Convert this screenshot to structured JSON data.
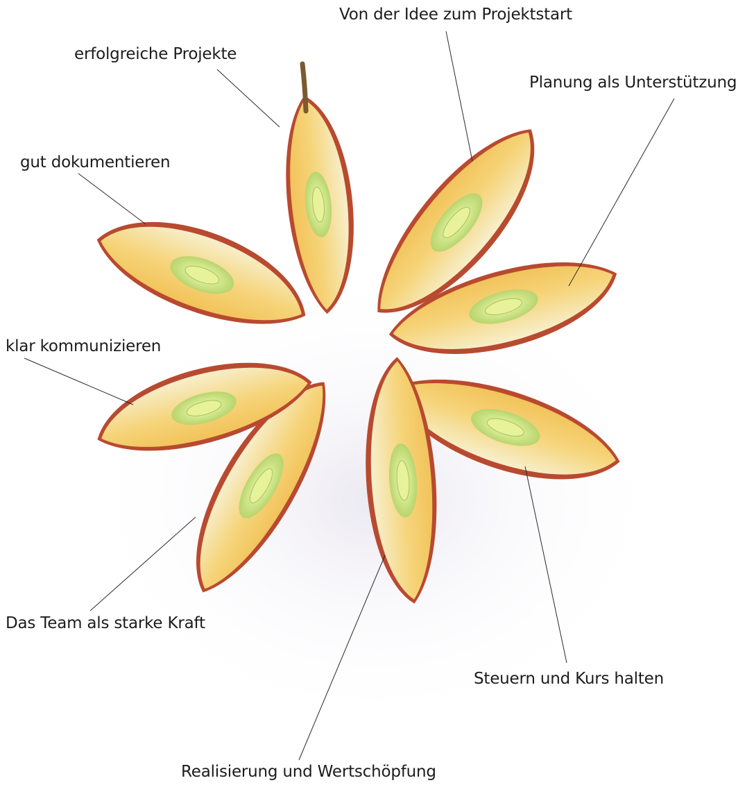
{
  "labels": {
    "idee": "Von der Idee zum Projektstart",
    "erfolg": "erfolgreiche Projekte",
    "planung": "Planung als Unterstützung",
    "doku": "gut dokumentieren",
    "kommunikation": "klar kommunizieren",
    "team": "Das Team als starke Kraft",
    "steuern": "Steuern und Kurs halten",
    "realisierung": "Realisierung und Wertschöpfung"
  },
  "colors": {
    "background": "#ffffff",
    "peel": "#b84a30",
    "flesh_yellow": "#f5cf6e",
    "flesh_pale": "#f6ecc4",
    "core_green": "#cfe68a",
    "stem": "#7a5a30",
    "line": "#2a2a2a",
    "text": "#1c1c1c"
  }
}
